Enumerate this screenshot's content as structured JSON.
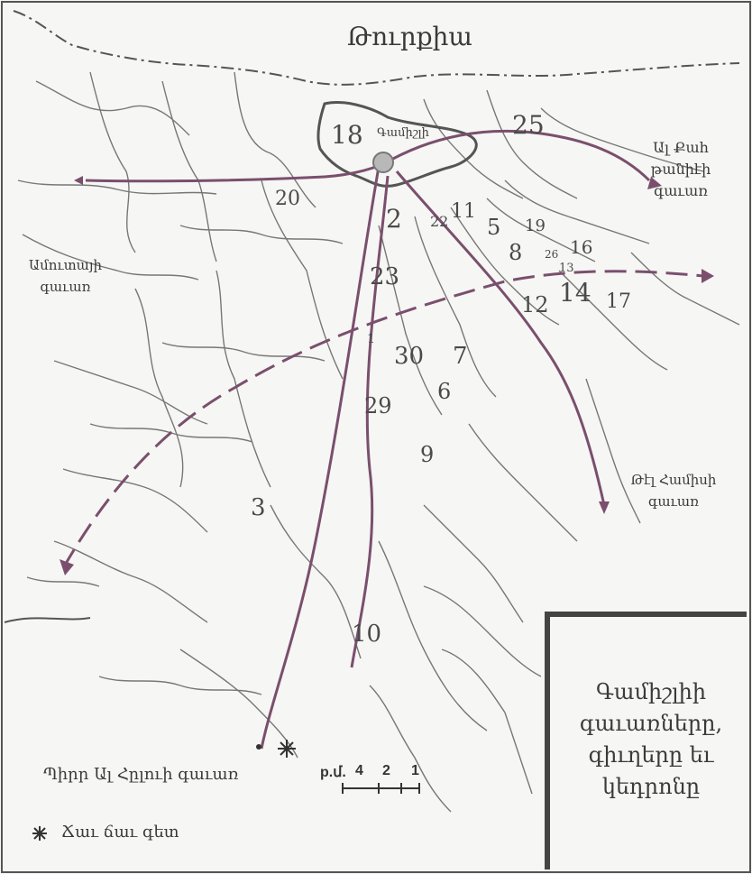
{
  "country_label": "Թուրքիա",
  "town_label": "Գամիշլի",
  "roads": {
    "al_qah": [
      "Ալ Քահ",
      "թանիէի",
      "գաւառ"
    ],
    "amuda": [
      "Ամուտայի",
      "գաւառ"
    ],
    "tel_hamis": [
      "Թէլ Համիսի",
      "գաւառ"
    ],
    "pir": "Պիրր Ալ Հըլուի գաւառ"
  },
  "district_numbers": [
    "18",
    "25",
    "20",
    "2",
    "22",
    "11",
    "5",
    "19",
    "8",
    "26",
    "16",
    "13",
    "23",
    "14",
    "17",
    "12",
    "1",
    "30",
    "7",
    "6",
    "29",
    "9",
    "3",
    "10"
  ],
  "oil_legend": "Ճաւ ճաւ գետ",
  "legend_title": "Գամիշլիի\nգաւառները,\nգիւղերը եւ\nկեդրոնը",
  "scale": {
    "label": "p.մ.",
    "ticks": [
      "4",
      "2",
      "1"
    ]
  },
  "colors": {
    "ink": "#3a3a3a",
    "road": "#7a4f6d",
    "paper": "#f6f6f4"
  }
}
